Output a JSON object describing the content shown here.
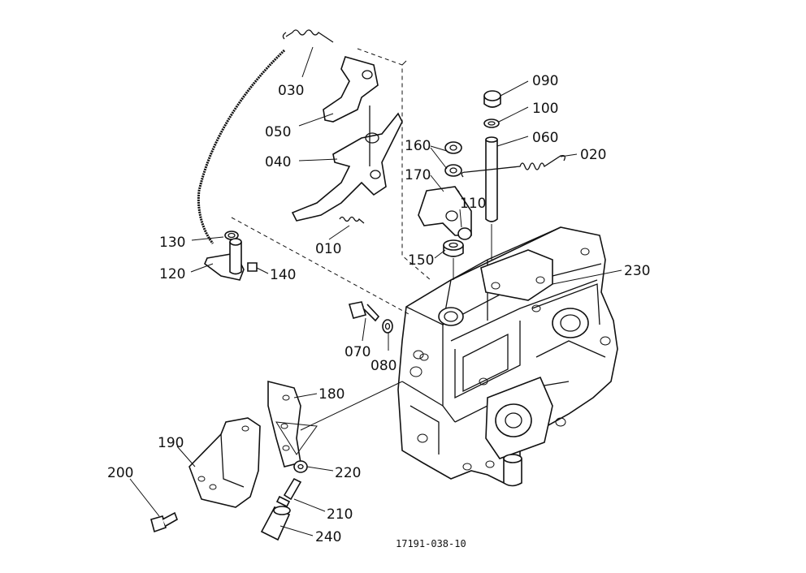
{
  "labels": {
    "p030": "030",
    "p050": "050",
    "p040": "040",
    "p010": "010",
    "p130": "130",
    "p120": "120",
    "p140": "140",
    "p090": "090",
    "p100": "100",
    "p060": "060",
    "p020": "020",
    "p160": "160",
    "p170": "170",
    "p110": "110",
    "p150": "150",
    "p230": "230",
    "p070": "070",
    "p080": "080",
    "p180": "180",
    "p190": "190",
    "p200": "200",
    "p220": "220",
    "p210": "210",
    "p240": "240"
  },
  "footer": {
    "code": "17191-038-10"
  }
}
